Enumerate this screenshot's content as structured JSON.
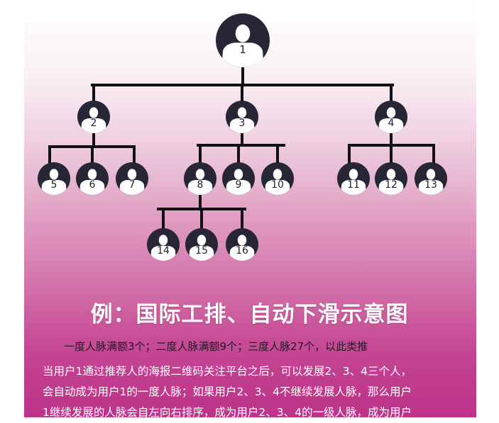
{
  "tree": {
    "nodes": [
      {
        "id": "1",
        "parent": null
      },
      {
        "id": "2",
        "parent": "1"
      },
      {
        "id": "3",
        "parent": "1"
      },
      {
        "id": "4",
        "parent": "1"
      },
      {
        "id": "5",
        "parent": "2"
      },
      {
        "id": "6",
        "parent": "2"
      },
      {
        "id": "7",
        "parent": "2"
      },
      {
        "id": "8",
        "parent": "3"
      },
      {
        "id": "9",
        "parent": "3"
      },
      {
        "id": "10",
        "parent": "3"
      },
      {
        "id": "11",
        "parent": "4"
      },
      {
        "id": "12",
        "parent": "4"
      },
      {
        "id": "13",
        "parent": "4"
      },
      {
        "id": "14",
        "parent": "8"
      },
      {
        "id": "15",
        "parent": "8"
      },
      {
        "id": "16",
        "parent": "8"
      }
    ],
    "avatar_color": "#262636",
    "line_color": "#111111",
    "label_color": "#1f1f2e"
  },
  "title": "例：国际工排、自动下滑示意图",
  "subtitle": "一度人脉满额3个；二度人脉满额9个；三度人脉27个，以此类推",
  "description": [
    "当用户1通过推荐人的海报二维码关注平台之后，可以发展2、3、4三个人，",
    "会自动成为用户1的一度人脉；如果用户2、3、4不继续发展人脉，那么用户",
    "1继续发展的人脉会自左向右排序，成为用户2、3、4的一级人脉，成为用户"
  ],
  "colors": {
    "background_top": "#ffffff",
    "background_bottom": "#bd338a",
    "title": "#ffffff",
    "subtitle": "#1f1a22",
    "description": "#ffffff"
  }
}
